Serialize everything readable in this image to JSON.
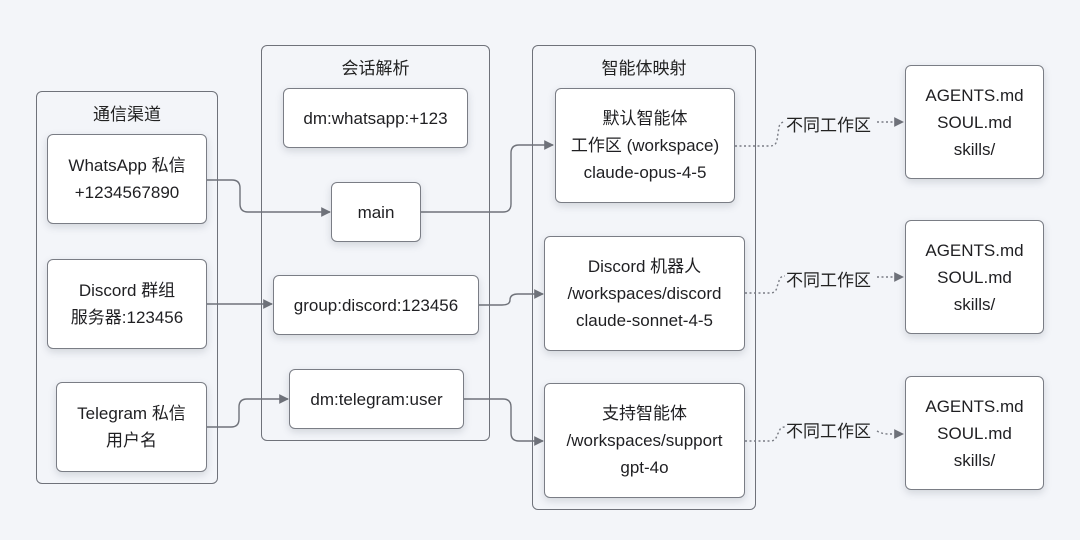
{
  "groups": {
    "channels": {
      "title": "通信渠道"
    },
    "sessions": {
      "title": "会话解析"
    },
    "agents": {
      "title": "智能体映射"
    }
  },
  "channels": [
    {
      "lines": [
        "WhatsApp 私信",
        "+1234567890"
      ]
    },
    {
      "lines": [
        "Discord 群组",
        "服务器:123456"
      ]
    },
    {
      "lines": [
        "Telegram 私信",
        "用户名"
      ]
    }
  ],
  "sessions": [
    {
      "label": "dm:whatsapp:+123"
    },
    {
      "label": "main"
    },
    {
      "label": "group:discord:123456"
    },
    {
      "label": "dm:telegram:user"
    }
  ],
  "agents": [
    {
      "lines": [
        "默认智能体",
        "工作区 (workspace)",
        "claude-opus-4-5"
      ]
    },
    {
      "lines": [
        "Discord 机器人",
        "/workspaces/discord",
        "claude-sonnet-4-5"
      ]
    },
    {
      "lines": [
        "支持智能体",
        "/workspaces/support",
        "gpt-4o"
      ]
    }
  ],
  "workspaces": [
    {
      "lines": [
        "AGENTS.md",
        "SOUL.md",
        "skills/"
      ]
    },
    {
      "lines": [
        "AGENTS.md",
        "SOUL.md",
        "skills/"
      ]
    },
    {
      "lines": [
        "AGENTS.md",
        "SOUL.md",
        "skills/"
      ]
    }
  ],
  "edge_labels": [
    "不同工作区",
    "不同工作区",
    "不同工作区"
  ],
  "edges": [
    {
      "from": "WhatsApp 私信",
      "to": "main",
      "style": "solid"
    },
    {
      "from": "main",
      "to": "默认智能体",
      "style": "solid"
    },
    {
      "from": "Discord 群组",
      "to": "group:discord:123456",
      "style": "solid"
    },
    {
      "from": "group:discord:123456",
      "to": "Discord 机器人",
      "style": "solid"
    },
    {
      "from": "Telegram 私信",
      "to": "dm:telegram:user",
      "style": "solid"
    },
    {
      "from": "dm:telegram:user",
      "to": "支持智能体",
      "style": "solid"
    },
    {
      "from": "默认智能体",
      "to": "workspace-1",
      "label": "不同工作区",
      "style": "dotted"
    },
    {
      "from": "Discord 机器人",
      "to": "workspace-2",
      "label": "不同工作区",
      "style": "dotted"
    },
    {
      "from": "支持智能体",
      "to": "workspace-3",
      "label": "不同工作区",
      "style": "dotted"
    }
  ],
  "colors": {
    "background": "#f3f5f9",
    "line": "#6f727a",
    "node_fill": "#ffffff"
  }
}
